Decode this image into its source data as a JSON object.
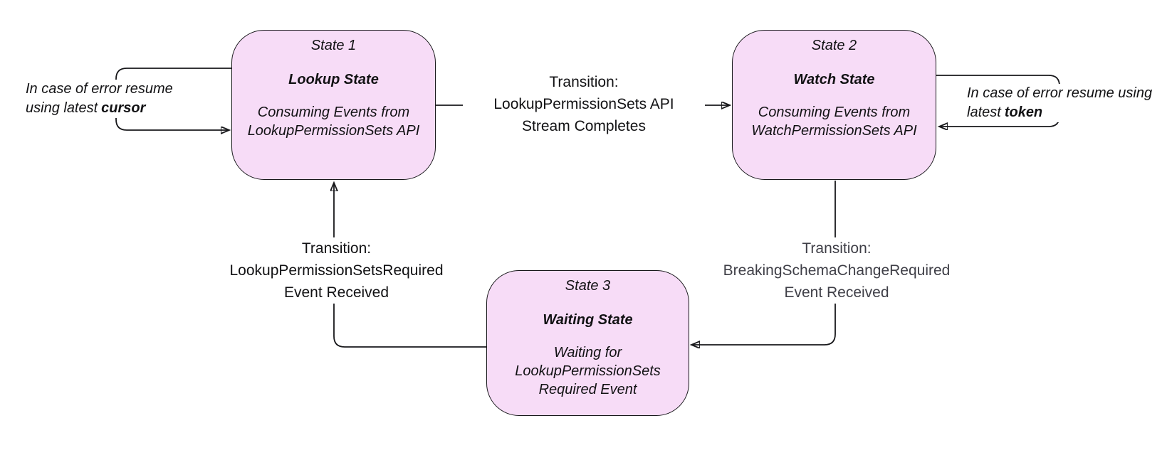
{
  "diagram": {
    "colors": {
      "state_fill": "#f7dcf7",
      "state_border": "#18181b",
      "edge_line": "#18181b",
      "label_dark": "#121214",
      "label_gray": "#3f3f47",
      "page_bg": "#ffffff"
    },
    "states": {
      "state1": {
        "title": "State 1",
        "name": "Lookup State",
        "description": "Consuming Events from LookupPermissionSets API"
      },
      "state2": {
        "title": "State 2",
        "name": "Watch State",
        "description": "Consuming Events from WatchPermissionSets API"
      },
      "state3": {
        "title": "State 3",
        "name": "Waiting State",
        "description": "Waiting for LookupPermissionSets Required Event"
      }
    },
    "transitions": {
      "s1_to_s2": {
        "line1": "Transition:",
        "line2": "LookupPermissionSets API",
        "line3": "Stream Completes"
      },
      "s2_to_s3": {
        "line1": "Transition:",
        "line2": "BreakingSchemaChangeRequired",
        "line3": "Event Received"
      },
      "s3_to_s1": {
        "line1": "Transition:",
        "line2": "LookupPermissionSetsRequired",
        "line3": "Event Received"
      }
    },
    "notes": {
      "left": {
        "text": "In case of error resume using latest",
        "bold": "cursor"
      },
      "right": {
        "text": "In case of error resume using latest",
        "bold": "token"
      }
    }
  }
}
